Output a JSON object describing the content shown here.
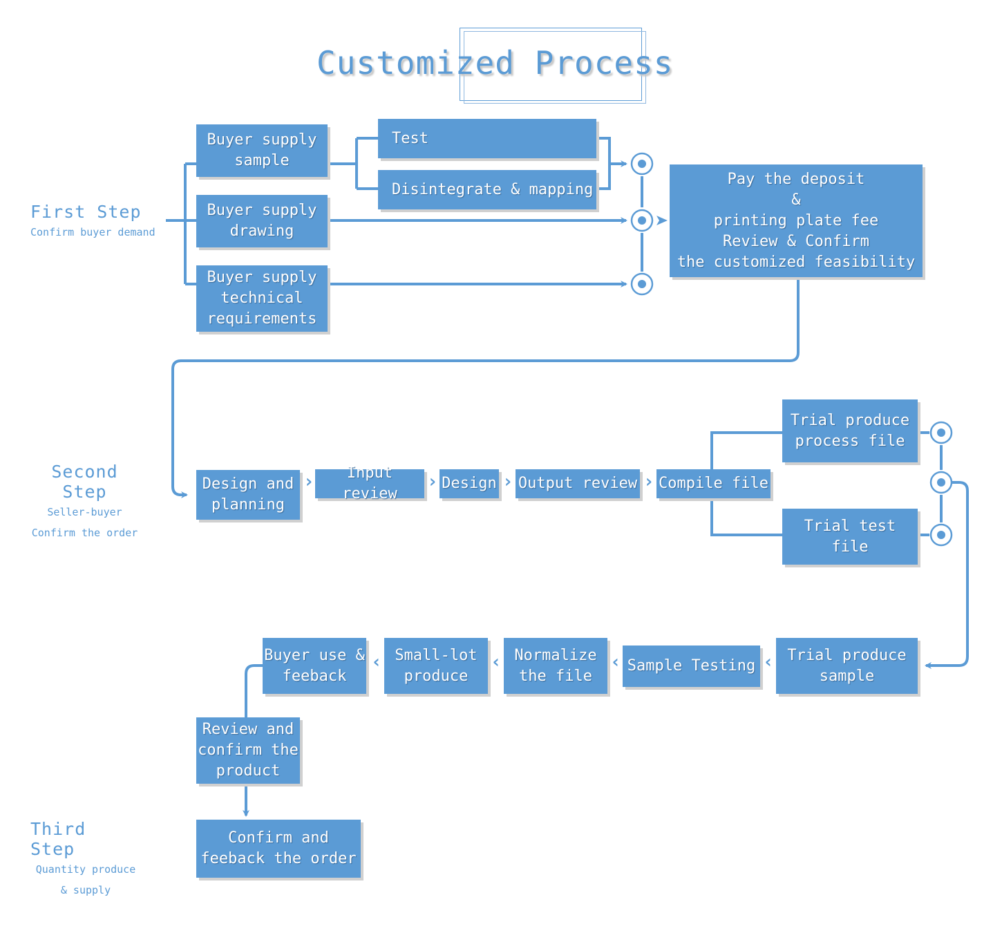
{
  "title": "Customized Process",
  "colors": {
    "accent": "#5b9bd5",
    "box_text": "#ffffff",
    "shadow": "#d0d0d0"
  },
  "steps": [
    {
      "title": "First Step",
      "desc": [
        "Confirm buyer demand"
      ]
    },
    {
      "title": "Second Step",
      "desc": [
        "Seller-buyer",
        "Confirm the order"
      ]
    },
    {
      "title": "Third Step",
      "desc": [
        "Quantity produce",
        "& supply"
      ]
    }
  ],
  "first_step": {
    "buyer_sample": "Buyer supply\nsample",
    "buyer_drawing": "Buyer supply\ndrawing",
    "buyer_tech": "Buyer supply\ntechnical\nrequirements",
    "test": "Test",
    "disintegrate": "Disintegrate & mapping",
    "deposit": "Pay the deposit\n&\nprinting plate fee\nReview & Confirm\nthe customized feasibility"
  },
  "second_step": {
    "design_planning": "Design and\nplanning",
    "input_review": "Input review",
    "design": "Design",
    "output_review": "Output review",
    "compile_file": "Compile file",
    "trial_process_file": "Trial produce\nprocess file",
    "trial_test_file": "Trial test\nfile"
  },
  "third_step": {
    "trial_sample": "Trial produce\nsample",
    "sample_testing": "Sample Testing",
    "normalize": "Normalize\nthe file",
    "small_lot": "Small-lot\nproduce",
    "buyer_use": "Buyer use &\nfeeback",
    "review_confirm": "Review and\nconfirm the\nproduct",
    "confirm_order": "Confirm  and\nfeeback the order"
  },
  "icons": {
    "chevron_right": "›",
    "chevron_left": "‹"
  }
}
